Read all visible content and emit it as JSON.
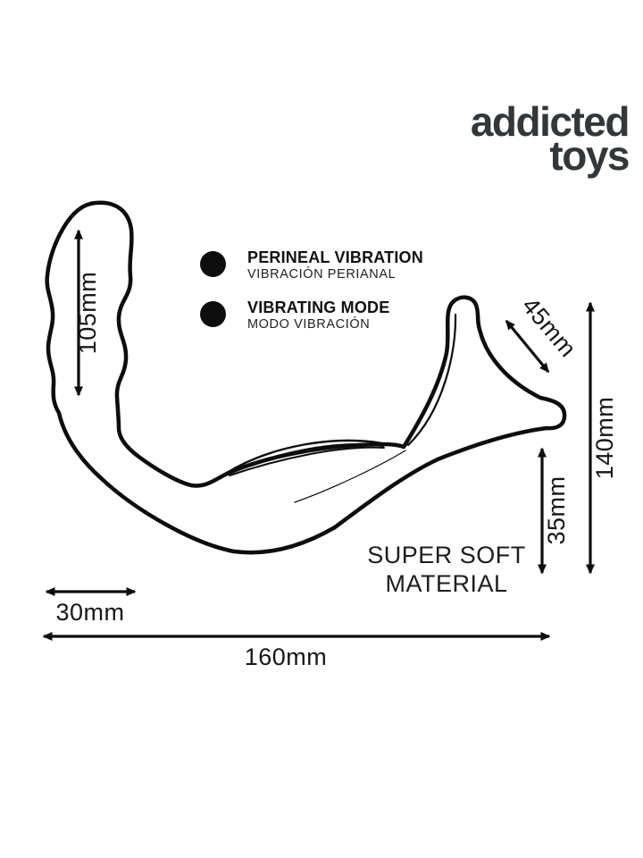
{
  "brand": {
    "line1": "addicted",
    "line2": "toys",
    "color": "#33373a"
  },
  "features": [
    {
      "title": "PERINEAL VIBRATION",
      "subtitle": "VIBRACIÓN PERIANAL"
    },
    {
      "title": "VIBRATING MODE",
      "subtitle": "MODO VIBRACIÓN"
    }
  ],
  "dimensions": {
    "perineal_arm_length": "105mm",
    "flare_width": "45mm",
    "overall_height": "140mm",
    "ring_depth": "35mm",
    "tip_width": "30mm",
    "overall_length": "160mm"
  },
  "material_note": {
    "line1": "SUPER SOFT",
    "line2": "MATERIAL"
  },
  "icons": {
    "bullet": "filled-circle",
    "dimension_arrow": "double-headed-arrow"
  },
  "colors": {
    "line": "#0d0d0d",
    "text": "#161616",
    "brand": "#33373a",
    "background": "#ffffff"
  }
}
